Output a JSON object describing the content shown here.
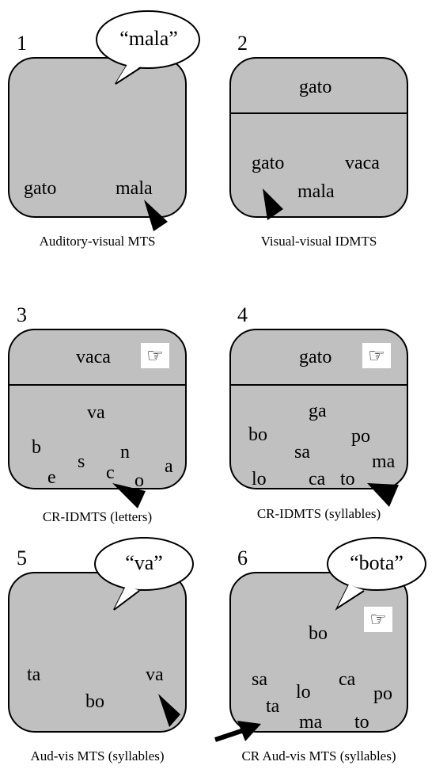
{
  "panels": [
    {
      "number": "1",
      "bubble": "“mala”",
      "words": [
        "gato",
        "mala"
      ],
      "caption": "Auditory-visual MTS"
    },
    {
      "number": "2",
      "sample": "gato",
      "words": [
        "gato",
        "vaca",
        "mala"
      ],
      "caption": "Visual-visual IDMTS"
    },
    {
      "number": "3",
      "sample": "vaca",
      "hand_icon": "pointing-hand-icon",
      "words": [
        "va",
        "b",
        "s",
        "n",
        "e",
        "c",
        "o",
        "a"
      ],
      "caption": "CR-IDMTS (letters)"
    },
    {
      "number": "4",
      "sample": "gato",
      "hand_icon": "pointing-hand-icon",
      "words": [
        "ga",
        "bo",
        "po",
        "sa",
        "ma",
        "lo",
        "ca",
        "to"
      ],
      "caption": "CR-IDMTS (syllables)"
    },
    {
      "number": "5",
      "bubble": "“va”",
      "words": [
        "ta",
        "va",
        "bo"
      ],
      "caption": "Aud-vis MTS (syllables)"
    },
    {
      "number": "6",
      "bubble": "“bota”",
      "hand_icon": "pointing-hand-icon",
      "words": [
        "bo",
        "sa",
        "ca",
        "lo",
        "po",
        "ta",
        "ma",
        "to"
      ],
      "caption": "CR Aud-vis MTS (syllables)"
    }
  ],
  "hand_glyph": "☞"
}
